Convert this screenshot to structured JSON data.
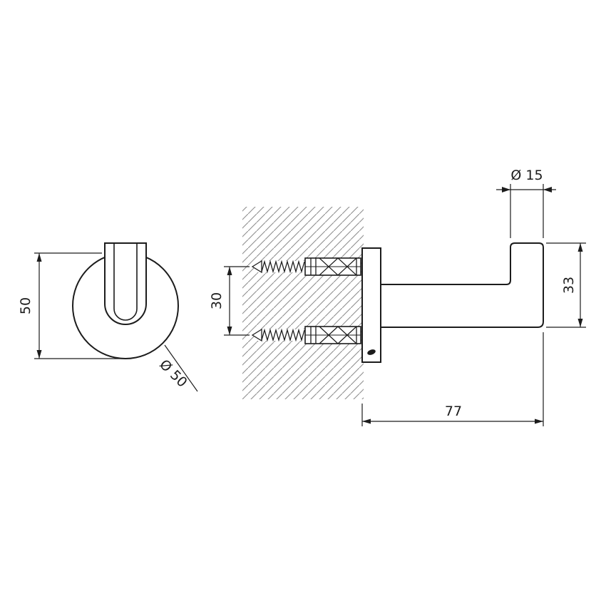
{
  "drawing": {
    "background_color": "#ffffff",
    "line_color": "#1c1c1c",
    "hatch_color": "#8f8f8f"
  },
  "dimensions": {
    "front_height": "50",
    "front_diameter": "Ø 50",
    "screw_spacing": "30",
    "bar_diameter": "Ø 15",
    "hook_height": "33",
    "projection": "77"
  }
}
